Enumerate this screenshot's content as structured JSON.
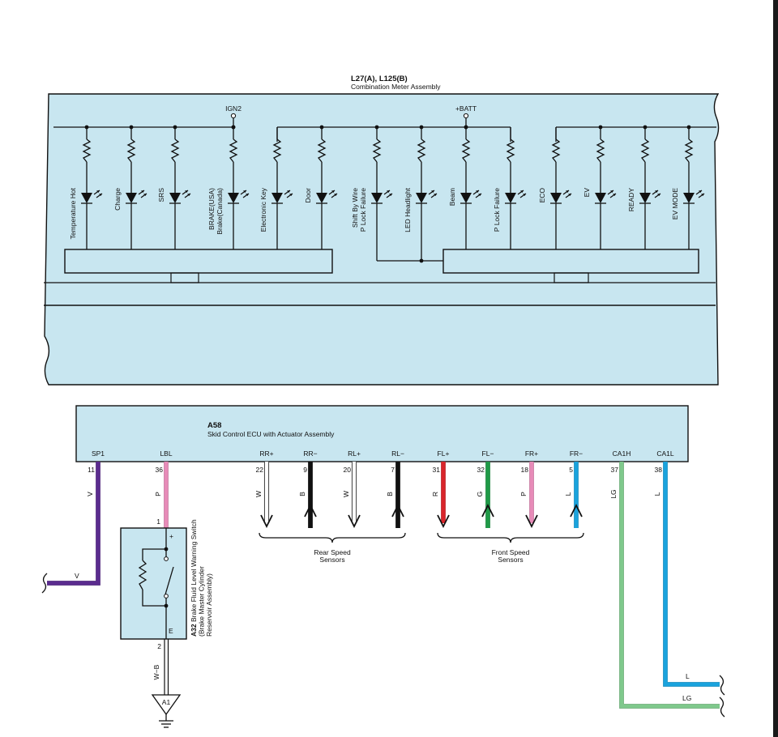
{
  "meter": {
    "code": "L27(A), L125(B)",
    "name": "Combination Meter Assembly",
    "ign2": "IGN2",
    "batt": "+BATT",
    "lamps": [
      "Temperature Hot",
      "Charge",
      "SRS",
      "BRAKE(USA)\nBrake(Canada)",
      "Electronic Key",
      "Door",
      "Shift By Wire\nP Lock Failure",
      "LED Headlight",
      "Beam",
      "P Lock Failure",
      "ECO",
      "EV",
      "READY",
      "EV MODE"
    ]
  },
  "ecu": {
    "code": "A58",
    "name": "Skid Control ECU with Actuator Assembly",
    "terminals": [
      {
        "name": "SP1",
        "pin": "11",
        "wire": "V",
        "color": "#5b2c8f"
      },
      {
        "name": "LBL",
        "pin": "36",
        "wire": "P",
        "color": "#e78bb8"
      },
      {
        "name": "RR+",
        "pin": "22",
        "wire": "W",
        "color": "#ffffff"
      },
      {
        "name": "RR−",
        "pin": "9",
        "wire": "B",
        "color": "#111111"
      },
      {
        "name": "RL+",
        "pin": "20",
        "wire": "W",
        "color": "#ffffff"
      },
      {
        "name": "RL−",
        "pin": "7",
        "wire": "B",
        "color": "#111111"
      },
      {
        "name": "FL+",
        "pin": "31",
        "wire": "R",
        "color": "#d9252b"
      },
      {
        "name": "FL−",
        "pin": "32",
        "wire": "G",
        "color": "#1f9a47"
      },
      {
        "name": "FR+",
        "pin": "18",
        "wire": "P",
        "color": "#e78bb8"
      },
      {
        "name": "FR−",
        "pin": "5",
        "wire": "L",
        "color": "#1aa3dd"
      },
      {
        "name": "CA1H",
        "pin": "37",
        "wire": "LG",
        "color": "#7fc98c"
      },
      {
        "name": "CA1L",
        "pin": "38",
        "wire": "L",
        "color": "#1aa3dd"
      }
    ]
  },
  "sensors": {
    "rear": "Rear Speed\nSensors",
    "front": "Front Speed\nSensors"
  },
  "brake_switch": {
    "code": "A32",
    "name": "Brake Fluid Level Warning Switch\n(Brake Master Cylinder\nReservoir Assembly)",
    "pin_plus": "1",
    "pin_e": "2",
    "plus_label": "+",
    "e_label": "E",
    "wire": "W−B",
    "ground": "A1"
  },
  "left_exit": {
    "wire": "V"
  },
  "right_exit": {
    "wire_top": "L",
    "wire_bottom": "LG"
  }
}
